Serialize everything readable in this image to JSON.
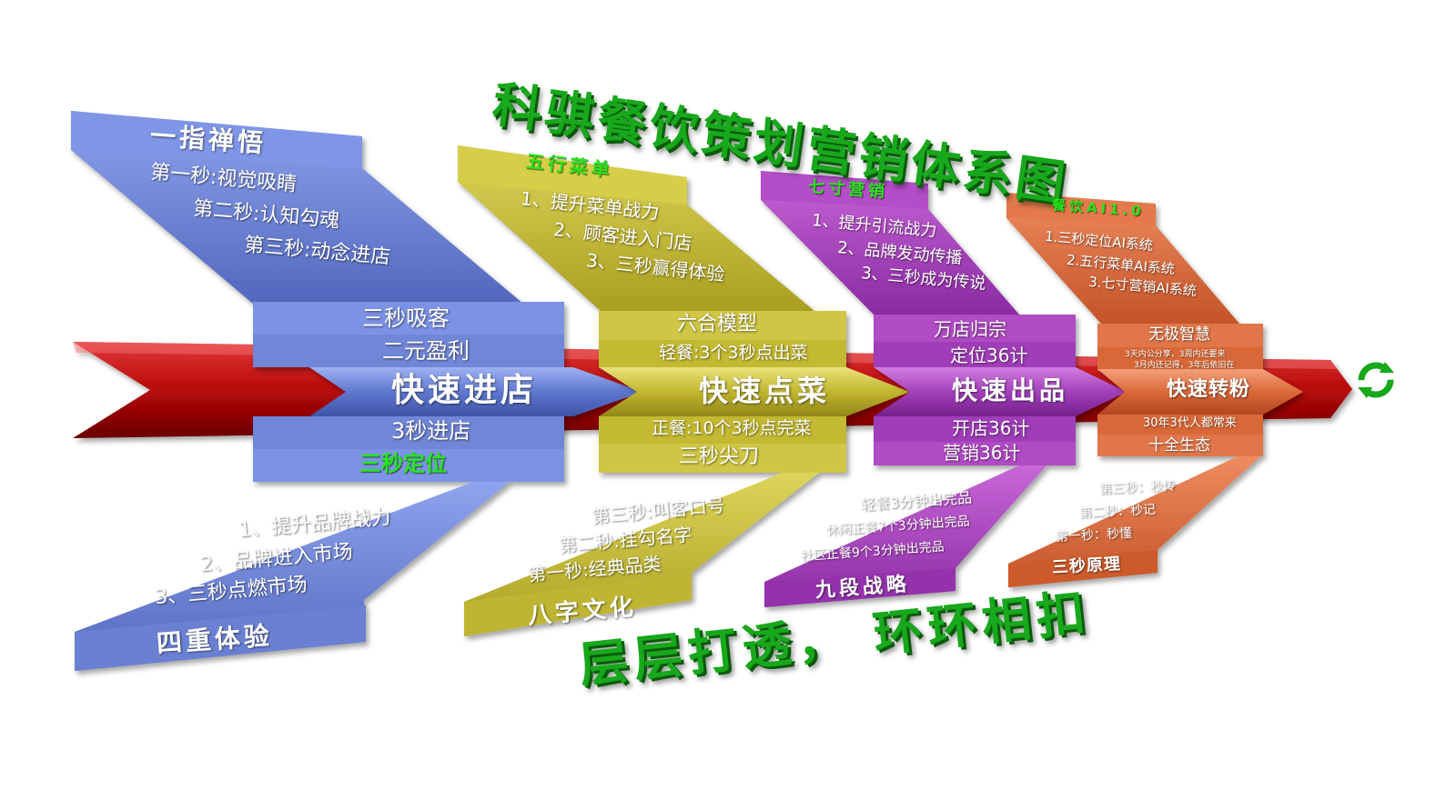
{
  "title": "科骐餐饮策划营销体系图",
  "slogan": "层层打透， 环环相扣",
  "colors": {
    "blue": "#6f86d6",
    "olive": "#c8bd3a",
    "purple": "#a03cb8",
    "orange": "#dc6a3c",
    "red": "#c40c0c",
    "green": "#18a81c"
  },
  "end_icon": "recycle-icon",
  "stages": [
    {
      "main": "快速进店",
      "top_labels": [
        "三秒吸客",
        "二元盈利"
      ],
      "bottom_labels": [
        "3秒进店",
        "三秒定位"
      ],
      "upper_title": "一指禅悟",
      "upper_items": [
        "第一秒:视觉吸睛",
        "第二秒:认知勾魂",
        "第三秒:动念进店"
      ],
      "lower_items": [
        "1、提升品牌战力",
        "2、品牌进入市场",
        "3、三秒点燃市场"
      ],
      "lower_title": "四重体验"
    },
    {
      "main": "快速点菜",
      "top_labels": [
        "六合模型",
        "轻餐:3个3秒点出菜"
      ],
      "bottom_labels": [
        "正餐:10个3秒点完菜",
        "三秒尖刀"
      ],
      "upper_title": "五行菜单",
      "upper_items": [
        "1、提升菜单战力",
        "2、顾客进入门店",
        "3、三秒赢得体验"
      ],
      "lower_items": [
        "第三秒:叫客口号",
        "第二秒:挂勾名字",
        "第一秒:经典品类"
      ],
      "lower_title": "八字文化"
    },
    {
      "main": "快速出品",
      "top_labels": [
        "万店归宗",
        "定位36计"
      ],
      "bottom_labels": [
        "开店36计",
        "营销36计"
      ],
      "upper_title": "七寸营销",
      "upper_items": [
        "1、提升引流战力",
        "2、品牌发动传播",
        "3、三秒成为传说"
      ],
      "lower_items": [
        "轻餐3分钟出完品",
        "休闲正餐7个3分钟出完品",
        "社区正餐9个3分钟出完品"
      ],
      "lower_title": "九段战略"
    },
    {
      "main": "快速转粉",
      "top_labels": [
        "无极智慧",
        "3天内公分享，3周内还要来",
        "3月内还记得，3年后依旧在"
      ],
      "bottom_labels": [
        "30年3代人都常来",
        "十全生态"
      ],
      "upper_title": "餐饮AI1.0",
      "upper_items": [
        "1.三秒定位AI系统",
        "2.五行菜单AI系统",
        "3.七寸营销AI系统"
      ],
      "lower_items": [
        "第三秒：秒传",
        "第二秒：秒记",
        "第一秒：秒懂"
      ],
      "lower_title": "三秒原理"
    }
  ]
}
